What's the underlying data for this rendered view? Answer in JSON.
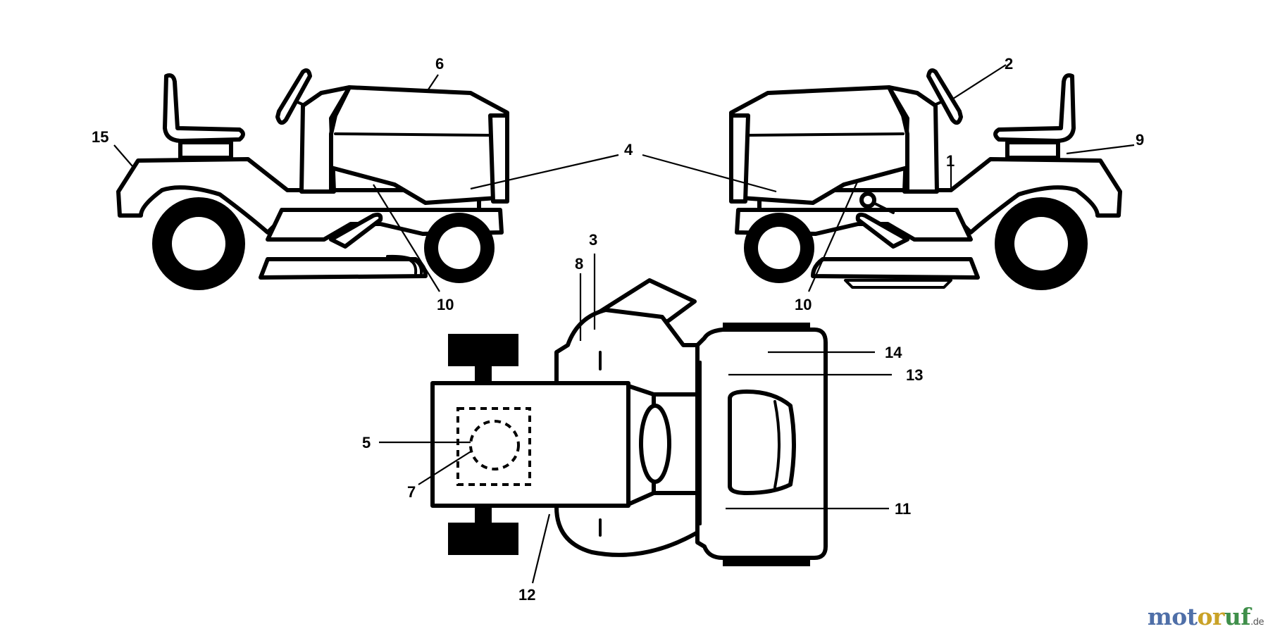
{
  "callouts": {
    "c1": "1",
    "c2": "2",
    "c3": "3",
    "c4": "4",
    "c5": "5",
    "c6": "6",
    "c7": "7",
    "c8": "8",
    "c9": "9",
    "c10_left": "10",
    "c10_right": "10",
    "c11": "11",
    "c12": "12",
    "c13": "13",
    "c14": "14",
    "c15": "15"
  },
  "watermark": {
    "part1": "mot",
    "part2": "or",
    "part3": "uf",
    "suffix": ".de"
  }
}
